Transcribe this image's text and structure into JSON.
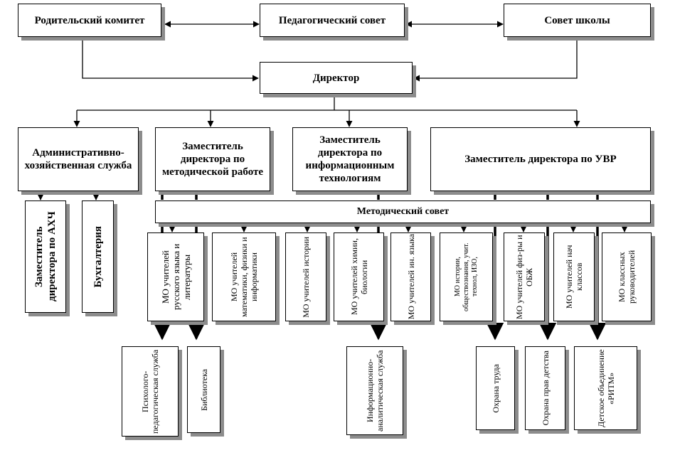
{
  "top": {
    "parent_committee": "Родительский комитет",
    "ped_council": "Педагогический совет",
    "school_council": "Совет школы",
    "director": "Директор"
  },
  "deputies": {
    "admin": "Административно-хозяйственная служба",
    "methodical": "Заместитель директора по методической работе",
    "it": "Заместитель директора по информационным технологиям",
    "uvr": "Заместитель директора по УВР"
  },
  "admin_sub": {
    "deputy_ahch": "Заместитель директора по АХЧ",
    "accounting": "Бухгалтерия"
  },
  "methodical_council": "Методический совет",
  "mo": [
    "МО учителей русского языка и литературы",
    "МО учителей математики, физики и информатики",
    "МО учителей истории",
    "МО учителей химии, биологии",
    "МО учителей ин. языка",
    "МО истории, обществознания, учит. технол, ИЗО,",
    "МО учителей физ-ры и ОБЖ",
    "МО учителей нач классов",
    "МО классных руководителей"
  ],
  "services": {
    "psych": "Психолого-педагогическая служба",
    "library": "Библиотека",
    "info": "Информационно-аналитическая служба",
    "labor": "Охрана труда",
    "child_rights": "Охрана прав детства",
    "ritm": "Детское объединение «РИТМ»"
  }
}
